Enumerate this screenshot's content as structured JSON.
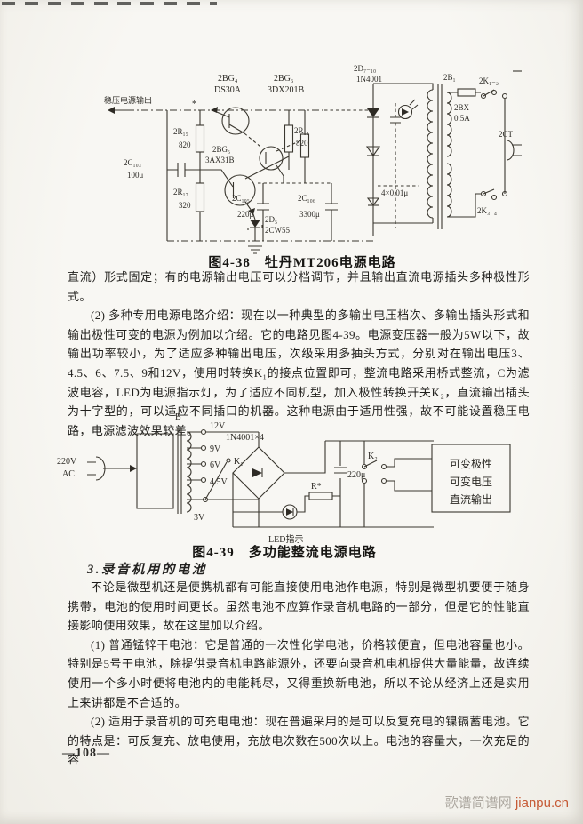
{
  "page": {
    "footer_page_number": "—108—",
    "watermark": {
      "site_name": "歌谱简谱网 ",
      "site_url": "jianpu.cn",
      "site_name_color": "#aba69e",
      "site_url_color": "#c65a35"
    }
  },
  "figure1": {
    "caption": "图4-38　牡丹MT206电源电路",
    "labels": {
      "output": "稳压电源输出",
      "star": "*",
      "r15": "2R₁₅",
      "r15_value": "820",
      "c103": "2C₁₀₃",
      "c103_value": "100μ",
      "r17": "2R₁₇",
      "r17_value": "320",
      "bg5": "2BG₅",
      "bg5_type": "3AX31B",
      "d5": "2D₅",
      "d5_type": "2CW55",
      "r14": "2R₁₄",
      "r14_value": "820",
      "bg4": "2BG₄",
      "bg4_type": "DS30A",
      "bg6": "2BG₆",
      "bg6_type": "3DX201B",
      "c105": "2C₁₀₅",
      "c105_value": "220μ",
      "c106": "2C₁₀₆",
      "c106_value": "3300μ",
      "d710": "2D₇₋₁₀",
      "d710_type": "1N4001",
      "caps_value": "4×0.01μ",
      "b1": "2B₁",
      "fuse": "2BX",
      "fuse_value": "0.5A",
      "k12": "2K₁₋₂",
      "k34": "2K₃₋₄",
      "ct": "2CT"
    }
  },
  "figure2": {
    "caption": "图4-39　多功能整流电源电路",
    "labels": {
      "input_voltage": "220V",
      "input_type": "AC",
      "transformer": "B",
      "tap1": "12V",
      "tap2": "9V",
      "tap3": "6V",
      "tap4": "4.5V",
      "tap5": "3V",
      "k1": "K₁",
      "bridge": "1N4001×4",
      "cap": "220μ",
      "resistor": "R*",
      "led": "LED指示",
      "k2": "K₂",
      "output_line1": "可变极性",
      "output_line2": "可变电压",
      "output_line3": "直流输出"
    }
  },
  "text": {
    "para1": "直流）形式固定；有的电源输出电压可以分档调节，并且输出直流电源插头多种极性形式。",
    "para2": "(2) 多种专用电源电路介绍：现在以一种典型的多输出电压档次、多输出插头形式和输出极性可变的电源为例加以介绍。它的电路见图4-39。电源变压器一般为5W以下，故输出功率较小，为了适应多种输出电压，次级采用多抽头方式，分别对在输出电压3、4.5、6、7.5、9和12V，使用时转换K₁的接点位置即可，整流电路采用桥式整流，C为滤波电容，LED为电源指示灯，为了适应不同机型，加入极性转换开关K₂，直流输出插头为十字型的，可以适应不同插口的机器。这种电源由于适用性强，故不可能设置稳压电路，电源滤波效果较差。",
    "section_heading": "3.录音机用的电池",
    "para3": "不论是微型机还是便携机都有可能直接使用电池作电源，特别是微型机要便于随身携带，电池的使用时间更长。虽然电池不应算作录音机电路的一部分，但是它的性能直接影响使用效果，故在这里加以介绍。",
    "para4": "(1) 普通锰锌干电池：它是普通的一次性化学电池，价格较便宜，但电池容量也小。特别是5号干电池，除提供录音机电路能源外，还要向录音机电机提供大量能量，故连续使用一个多小时便将电池内的电能耗尽，又得重换新电池，所以不论从经济上还是实用上来讲都是不合适的。",
    "para5": "(2) 适用于录音机的可充电电池：现在普遍采用的是可以反复充电的镍镉蓄电池。它的特点是：可反复充、放电使用，充放电次数在500次以上。电池的容量大，一次充足的容"
  }
}
